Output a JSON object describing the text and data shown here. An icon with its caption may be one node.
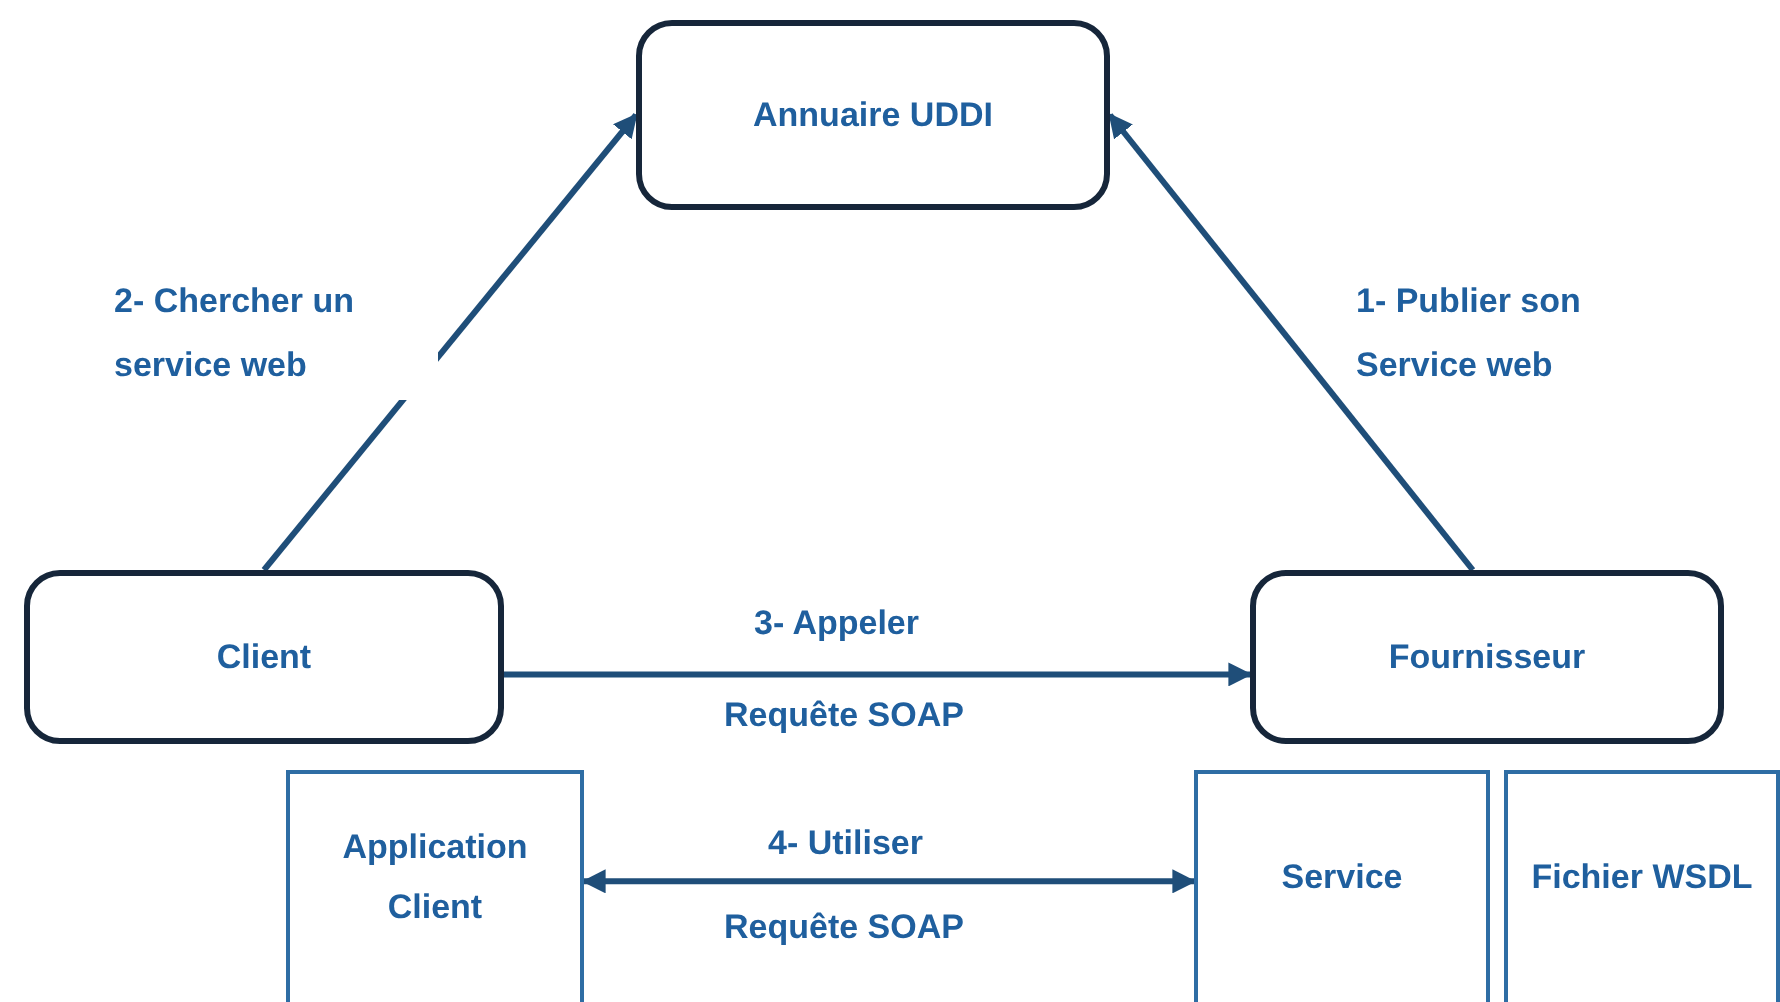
{
  "diagram": {
    "nodes": [
      {
        "text": [
          "Annuaire UDDI"
        ]
      },
      {
        "text": [
          "Client"
        ]
      },
      {
        "text": [
          "Fournisseur"
        ]
      },
      {
        "text": [
          "Application Client"
        ]
      },
      {
        "text": [
          "Service"
        ]
      },
      {
        "text": [
          "Fichier WSDL"
        ]
      }
    ],
    "edges": [
      {
        "from": 1,
        "to": 0,
        "arrow": "to",
        "label": "2- Chercher un service web"
      },
      {
        "from": 2,
        "to": 0,
        "arrow": "to",
        "label": "1- Publier son Service web"
      },
      {
        "from": 1,
        "to": 2,
        "arrow": "to",
        "label": "3- Appeler"
      },
      {
        "from": 3,
        "to": 4,
        "arrow": "both",
        "label": "4- Utiliser"
      }
    ],
    "labels": [
      "Requête SOAP",
      "Requête SOAP"
    ]
  }
}
